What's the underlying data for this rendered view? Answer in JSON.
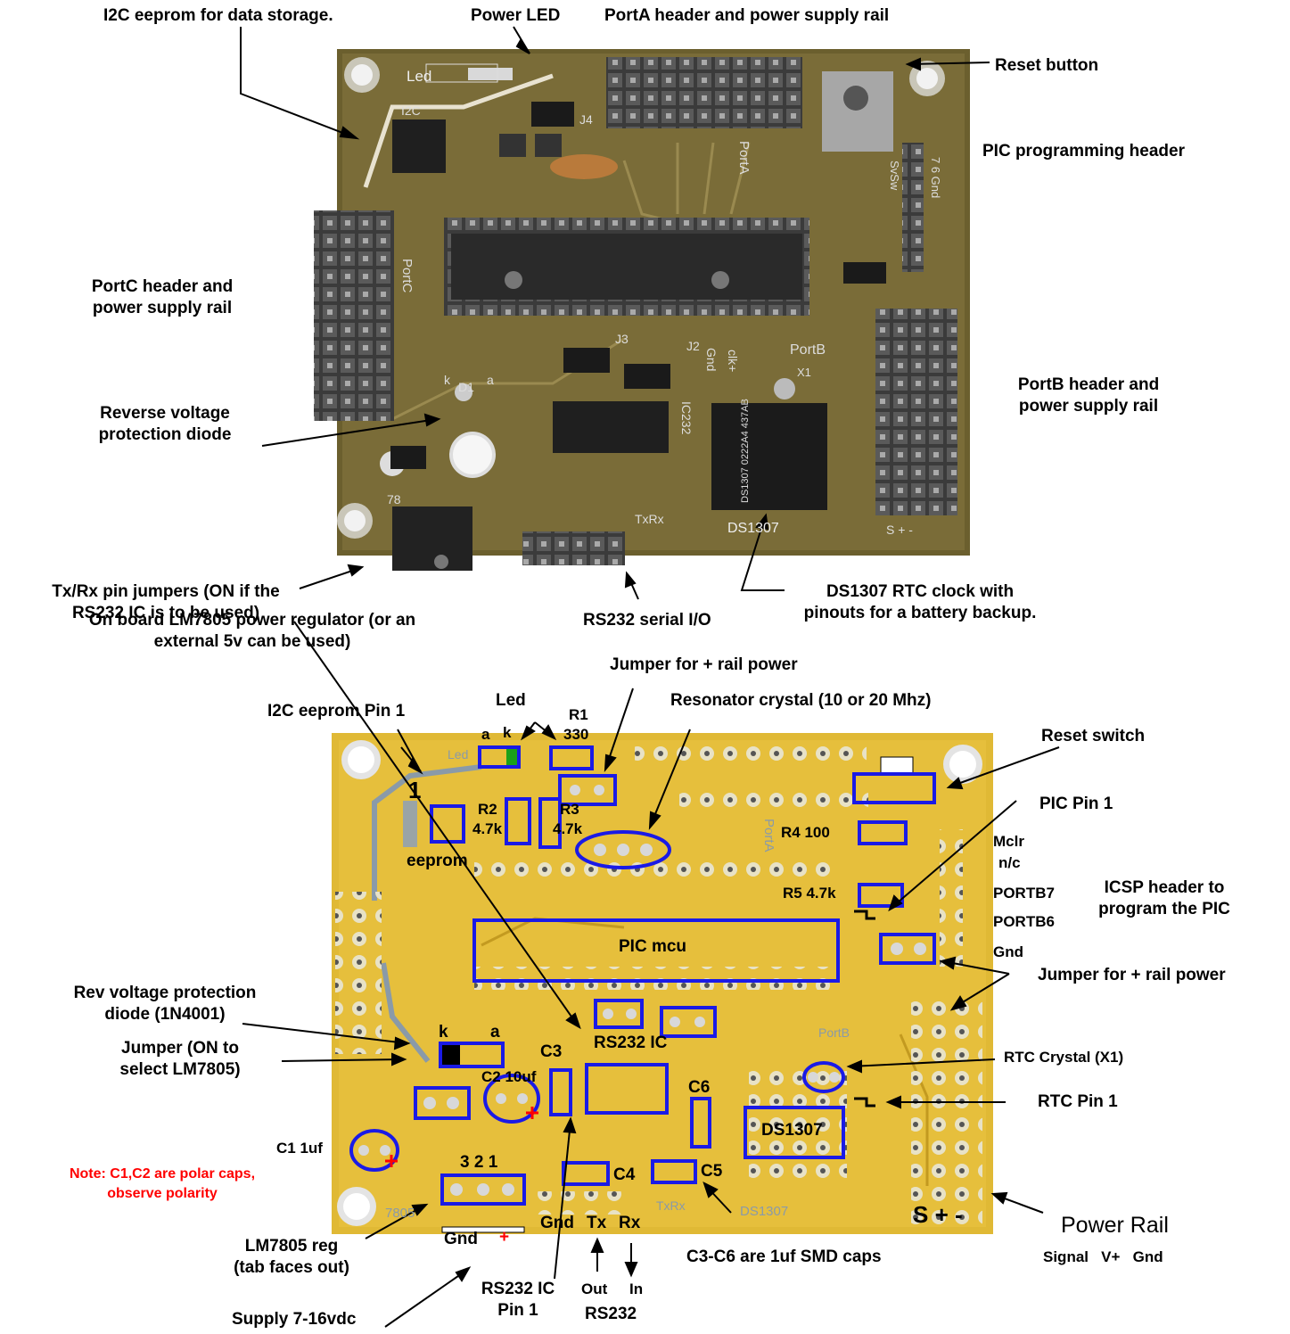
{
  "top_labels": {
    "i2c_eeprom": "I2C eeprom for data storage.",
    "power_led": "Power LED",
    "porta": "PortA header and power supply rail",
    "reset_button": "Reset button",
    "pic_prog": "PIC programming header",
    "portc_1": "PortC header and",
    "portc_2": "power supply rail",
    "rev_1": "Reverse voltage",
    "rev_2": "protection diode",
    "portb_1": "PortB header and",
    "portb_2": "power supply rail",
    "ds1307_1": "DS1307 RTC clock with",
    "ds1307_2": "pinouts for a battery backup.",
    "rs232": "RS232 serial I/O",
    "lm7805_1": "On board LM7805 power regulator (or an",
    "lm7805_2": "external 5v can be used)"
  },
  "top_board": {
    "led": "Led",
    "i2c": "I2C",
    "j4": "J4",
    "porta": "PortA",
    "portc": "PortC",
    "portb": "PortB",
    "j3": "J3",
    "j2": "J2",
    "gnd": "Gnd",
    "clk": "clk+",
    "x1": "X1",
    "ic232": "IC232",
    "ds1307": "DS1307",
    "txrx": "TxRx",
    "d1": "D1",
    "k": "k",
    "a": "a",
    "n78": "78",
    "svsw": "SvSw",
    "gnd2": "7 6 Gnd",
    "s_plus_minus": "S + -",
    "chip_text": "DS1307 0222A4 437AB"
  },
  "bottom_labels": {
    "jumper_rail_top": "Jumper for + rail power",
    "led": "Led",
    "i2c_pin1": "I2C eeprom Pin 1",
    "r1": "R1",
    "r1v": "330",
    "a": "a",
    "k": "k",
    "resonator": "Resonator crystal (10 or 20 Mhz)",
    "reset_switch": "Reset switch",
    "pic_pin1": "PIC Pin 1",
    "pin_one": "1",
    "r2": "R2",
    "r2v": "4.7k",
    "r3": "R3",
    "r3v": "4.7k",
    "eeprom": "eeprom",
    "r4": "R4 100",
    "r5": "R5 4.7k",
    "mclr": "Mclr",
    "nc": "n/c",
    "portb7": "PORTB7",
    "portb6": "PORTB6",
    "icsp_1": "ICSP header to",
    "icsp_2": "program the PIC",
    "gnd_icsp": "Gnd",
    "txrx_1": "Tx/Rx pin jumpers (ON if the",
    "txrx_2": "RS232 IC is to be used)",
    "pic_mcu": "PIC mcu",
    "jumper_rail_right": "Jumper for + rail power",
    "rev_1": "Rev voltage protection",
    "rev_2": "diode (1N4001)",
    "k2": "k",
    "a2": "a",
    "c3": "C3",
    "rs232ic": "RS232 IC",
    "rtc_crystal": "RTC Crystal (X1)",
    "jumper_1": "Jumper (ON to",
    "jumper_2": "select LM7805)",
    "c2": "C2 10uf",
    "c6": "C6",
    "rtc_pin1": "RTC Pin 1",
    "ds1307": "DS1307",
    "c1": "C1 1uf",
    "note_1": "Note: C1,C2 are polar caps,",
    "note_2": "observe polarity",
    "pins_321": "3 2 1",
    "c4": "C4",
    "c5": "C5",
    "s_plus_minus": "S + -",
    "power_rail": "Power Rail",
    "signal_line": "Signal   V+   Gnd",
    "lm7805_1": "LM7805 reg",
    "lm7805_2": "(tab faces out)",
    "gnd": "Gnd",
    "plus": "+",
    "gnd2": "Gnd",
    "tx": "Tx",
    "rx": "Rx",
    "caps": "C3-C6 are 1uf SMD caps",
    "rs232_pin_1": "RS232 IC",
    "rs232_pin_2": "Pin 1",
    "out": "Out",
    "in": "In",
    "rs232": "RS232",
    "supply": "Supply 7-16vdc",
    "n7805": "7805",
    "txrx_silk": "TxRx",
    "ds1307_silk": "DS1307",
    "porta_silk": "PortA",
    "portb_silk": "PortB",
    "led_silk": "Led"
  },
  "colors": {
    "board_top": "#6b5f2e",
    "board_bottom": "#e0b935",
    "annotation_box": "#1a1ae6",
    "note": "#ff0000"
  }
}
